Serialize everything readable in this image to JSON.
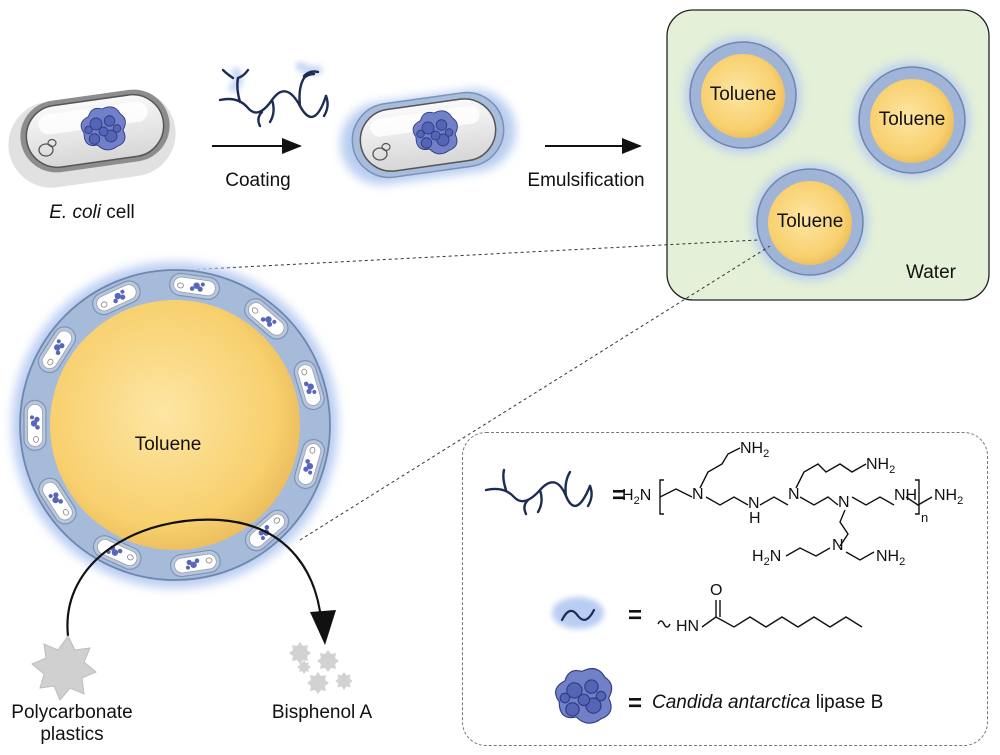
{
  "labels": {
    "coating": "Coating",
    "emulsification": "Emulsification",
    "ecoli_italic": "E. coli",
    "ecoli_rest": " cell",
    "toluene": "Toluene",
    "water": "Water",
    "polycarbonate_line1": "Polycarbonate",
    "polycarbonate_line2": "plastics",
    "bisphenol": "Bisphenol A"
  },
  "legend": {
    "equals": "=",
    "pei_h2n": "H2N",
    "pei_nh2": "NH2",
    "pei_n": "N",
    "pei_h": "H",
    "pei_nh": "NH",
    "pei_repeat": "n",
    "amide_hn": "HN",
    "amide_o": "O",
    "enzyme_italic": "Candida antarctica",
    "enzyme_rest": " lipase B"
  },
  "colors": {
    "toluene_fill": "#f9d67c",
    "water_fill": "#e4f0d7",
    "coat_blue": "#9fb4d6",
    "glow_blue": "#b9cdf2",
    "arrow": "#111111",
    "polymer": "#1d2c55"
  },
  "icons": [
    "ecoli-cell-icon",
    "coated-cell-icon",
    "pei-polymer-icon",
    "lipid-chain-icon",
    "lipase-protein-icon",
    "polycarbonate-star-icon",
    "bisphenol-particles-icon"
  ]
}
